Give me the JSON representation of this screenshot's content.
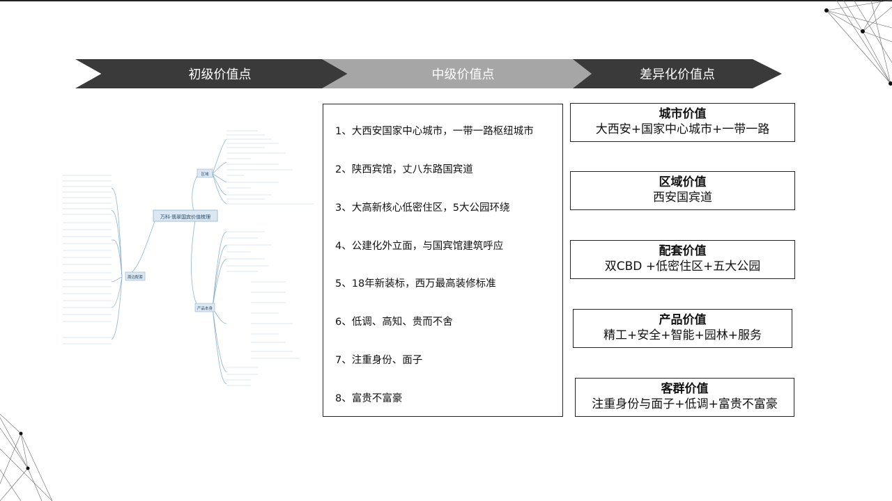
{
  "banner": {
    "stage1": "初级价值点",
    "stage2": "中级价值点",
    "stage3": "差异化价值点"
  },
  "mindmap": {
    "root": "万科·翡翠国宾价值梳理",
    "branch_area": "区域",
    "branch_surroundings": "周边配套",
    "branch_product": "产品本身"
  },
  "middle_list": [
    "1、大西安国家中心城市，一带一路枢纽城市",
    "2、陕西宾馆，丈八东路国宾道",
    "3、大高新核心低密住区，5大公园环绕",
    "4、公建化外立面，与国宾馆建筑呼应",
    "5、18年新装标，西万最高装修标准",
    "6、低调、高知、贵而不舍",
    "7、注重身份、面子",
    "8、富贵不富豪"
  ],
  "values": [
    {
      "title": "城市价值",
      "desc": "大西安+国家中心城市+一带一路"
    },
    {
      "title": "区域价值",
      "desc": "西安国宾道"
    },
    {
      "title": "配套价值",
      "desc": "双CBD +低密住区+五大公园"
    },
    {
      "title": "产品价值",
      "desc": "精工+安全+智能+园林+服务"
    },
    {
      "title": "客群价值",
      "desc": "注重身份与面子+低调+富贵不富豪"
    }
  ],
  "colors": {
    "dark": "#3a3a3a",
    "light": "#a6a6a6",
    "mindmap_line": "#8fb3d0",
    "mindmap_node": "#dbe8f3"
  }
}
